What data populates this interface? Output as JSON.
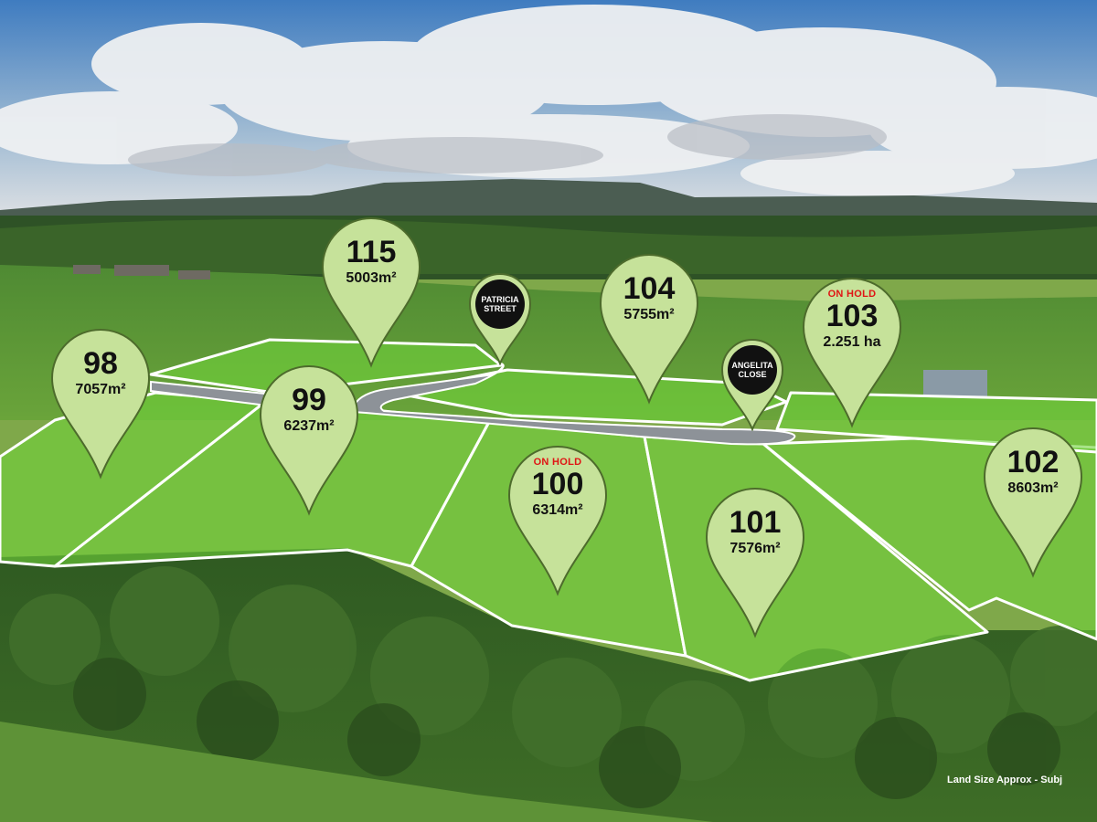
{
  "lots": [
    {
      "number": "98",
      "area": "7057m²",
      "status": ""
    },
    {
      "number": "99",
      "area": "6237m²",
      "status": ""
    },
    {
      "number": "100",
      "area": "6314m²",
      "status": "ON HOLD"
    },
    {
      "number": "101",
      "area": "7576m²",
      "status": ""
    },
    {
      "number": "102",
      "area": "8603m²",
      "status": ""
    },
    {
      "number": "103",
      "area": "2.251 ha",
      "status": "ON HOLD"
    },
    {
      "number": "104",
      "area": "5755m²",
      "status": ""
    },
    {
      "number": "115",
      "area": "5003m²",
      "status": ""
    }
  ],
  "streets": [
    {
      "line1": "PATRICIA",
      "line2": "STREET"
    },
    {
      "line1": "ANGELITA",
      "line2": "CLOSE"
    }
  ],
  "footnote": "Land Size Approx - Subj",
  "colors": {
    "pin_fill": "#c6e29a",
    "pin_stroke": "#4d6b2c",
    "lot_overlay": "#6fd23a",
    "road": "#8d9298",
    "on_hold_text": "#e01414",
    "street_badge": "#111111"
  }
}
